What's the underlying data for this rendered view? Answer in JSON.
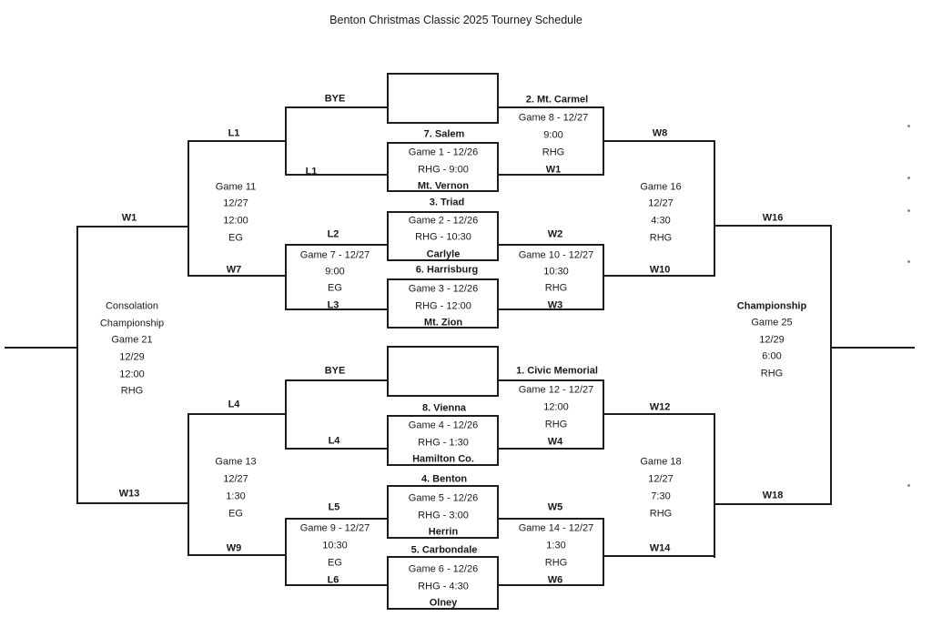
{
  "title": "Benton Christmas Classic 2025 Tourney Schedule",
  "colors": {
    "line": "#1c1c1c",
    "text": "#1a1a1a",
    "background": "#ffffff"
  },
  "feeds": {
    "bye_top": "BYE",
    "l1_drop": "L1",
    "l1_feed": "L1",
    "bye_bottom": "BYE",
    "l4_drop": "L4",
    "l4_feed": "L4"
  },
  "games": {
    "g1": {
      "header": "7. Salem",
      "r1": "Game 1 - 12/26",
      "r2": "RHG - 9:00",
      "r3": "Mt. Vernon"
    },
    "g2": {
      "header": "3. Triad",
      "r1": "Game 2 - 12/26",
      "r2": "RHG - 10:30",
      "r3": "Carlyle"
    },
    "g3": {
      "header": "6. Harrisburg",
      "r1": "Game 3 - 12/26",
      "r2": "RHG - 12:00",
      "r3": "Mt. Zion"
    },
    "g4": {
      "header": "8. Vienna",
      "r1": "Game 4 - 12/26",
      "r2": "RHG - 1:30",
      "r3": "Hamilton Co."
    },
    "g5": {
      "header": "4. Benton",
      "r1": "Game 5 - 12/26",
      "r2": "RHG - 3:00",
      "r3": "Herrin"
    },
    "g6": {
      "header": "5. Carbondale",
      "r1": "Game 6 - 12/26",
      "r2": "RHG - 4:30",
      "r3": "Olney"
    },
    "g7": {
      "top": "L2",
      "r1": "Game 7 - 12/27",
      "r2": "9:00",
      "r3": "EG",
      "bottom": "L3",
      "out": "W7"
    },
    "g8": {
      "top": "2. Mt. Carmel",
      "r1": "Game 8 - 12/27",
      "r2": "9:00",
      "r3": "RHG",
      "bottom": "W1",
      "out": "W8"
    },
    "g9": {
      "top": "L5",
      "r1": "Game 9 - 12/27",
      "r2": "10:30",
      "r3": "EG",
      "bottom": "L6",
      "out": "W9"
    },
    "g10": {
      "top": "W2",
      "r1": "Game 10 - 12/27",
      "r2": "10:30",
      "r3": "RHG",
      "bottom": "W3",
      "out": "W10"
    },
    "g11": {
      "r1": "Game 11",
      "r2": "12/27",
      "r3": "12:00",
      "r4": "EG",
      "out": "W1"
    },
    "g12": {
      "top": "1. Civic Memorial",
      "r1": "Game 12 - 12/27",
      "r2": "12:00",
      "r3": "RHG",
      "bottom": "W4",
      "out": "W12"
    },
    "g13": {
      "r1": "Game 13",
      "r2": "12/27",
      "r3": "1:30",
      "r4": "EG",
      "out": "W13"
    },
    "g14": {
      "top": "W5",
      "r1": "Game 14 - 12/27",
      "r2": "1:30",
      "r3": "RHG",
      "bottom": "W6",
      "out": "W14"
    },
    "g16": {
      "r1": "Game 16",
      "r2": "12/27",
      "r3": "4:30",
      "r4": "RHG",
      "out": "W16"
    },
    "g18": {
      "r1": "Game 18",
      "r2": "12/27",
      "r3": "7:30",
      "r4": "RHG",
      "out": "W18"
    },
    "g21": {
      "r1": "Consolation",
      "r2": "Championship",
      "r3": "Game 21",
      "r4": "12/29",
      "r5": "12:00",
      "r6": "RHG"
    },
    "g25": {
      "r1": "Championship",
      "r2": "Game 25",
      "r3": "12/29",
      "r4": "6:00",
      "r5": "RHG"
    }
  }
}
